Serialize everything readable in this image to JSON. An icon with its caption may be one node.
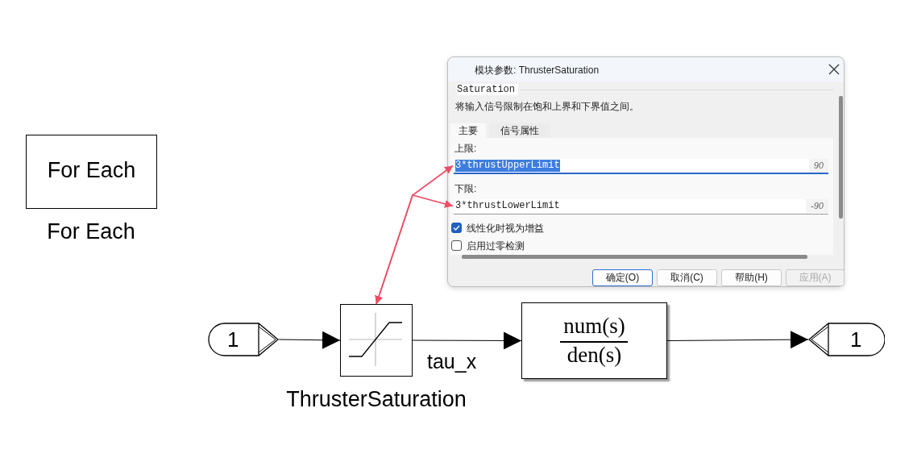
{
  "diagram": {
    "nodes": [
      {
        "text": [
          "模块参数: ThrusterSaturation",
          "Saturation",
          "将输入信号限制在饱和上界和下界值之间。",
          "主要",
          "信号属性",
          "上限:",
          "下限:",
          "线性化时视为增益",
          "启用过零检测",
          "确定(O)",
          "取消(C)",
          "帮助(H)",
          "应用(A)"
        ]
      },
      {
        "text": [
          "3*thrustUpperLimit",
          "90"
        ],
        "in": 0
      },
      {
        "text": [
          "3*thrustLowerLimit",
          "-90"
        ],
        "in": 0
      },
      {
        "text": [
          "For Each"
        ],
        "beside": [
          "For Each"
        ]
      },
      {
        "text": [
          "1"
        ]
      },
      {
        "text": [],
        "shape": "box",
        "beside": [
          "ThrusterSaturation"
        ]
      },
      {
        "text": [
          "num(s)",
          "den(s)"
        ]
      },
      {
        "text": [
          "1"
        ]
      }
    ],
    "edges": [
      {
        "from": 4,
        "to": 5,
        "arrow": "to"
      },
      {
        "from": 5,
        "to": 6,
        "arrow": "to",
        "label": "tau_x"
      },
      {
        "from": 6,
        "to": 7,
        "arrow": "to"
      },
      {
        "from": 5,
        "to": 1,
        "arrow": "both",
        "color": "#f24a63"
      },
      {
        "from": 5,
        "to": 2,
        "arrow": "both",
        "color": "#f24a63"
      }
    ]
  }
}
